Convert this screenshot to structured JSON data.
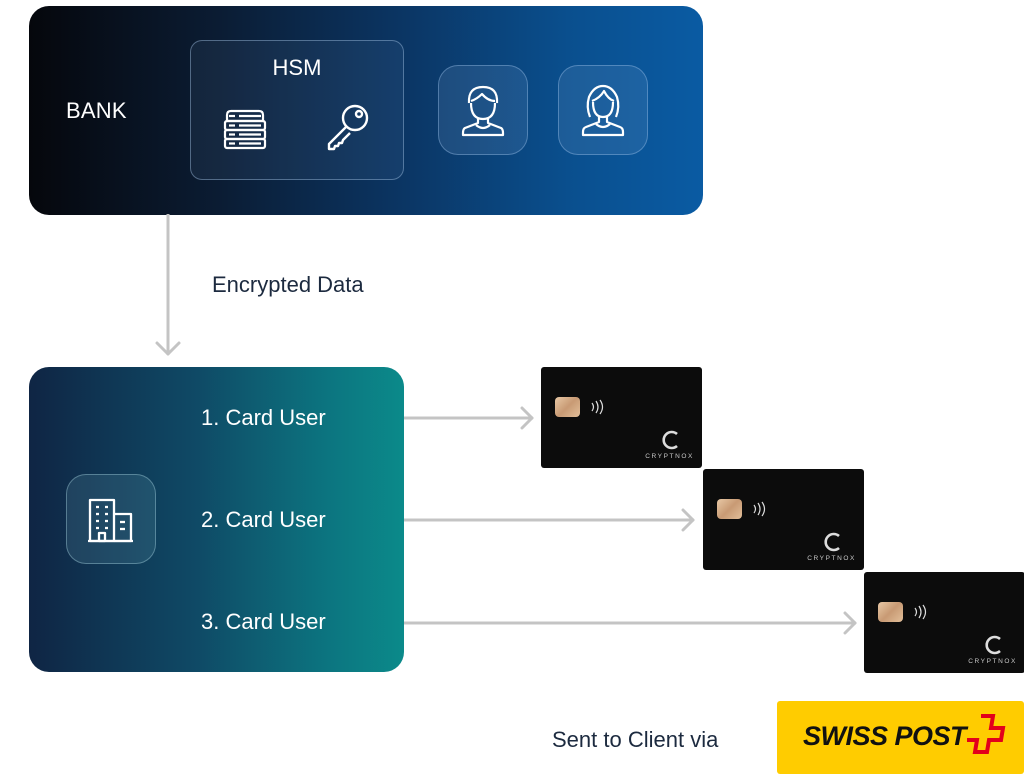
{
  "bank": {
    "label": "BANK",
    "hsm_title": "HSM",
    "icons": [
      "server-icon",
      "key-icon",
      "male-user-icon",
      "female-user-icon"
    ]
  },
  "flow": {
    "label": "Encrypted Data"
  },
  "issuer": {
    "icon": "building-icon",
    "users": [
      {
        "label": "1. Card User"
      },
      {
        "label": "2. Card User"
      },
      {
        "label": "3. Card User"
      }
    ]
  },
  "cards": [
    {
      "brand": "CRYPTNOX"
    },
    {
      "brand": "CRYPTNOX"
    },
    {
      "brand": "CRYPTNOX"
    }
  ],
  "shipping": {
    "label": "Sent to Client via",
    "carrier": "SWISS POST",
    "carrier_color": "#ffcc00",
    "cross_color": "#e3001b"
  },
  "colors": {
    "bank_gradient_start": "#05070c",
    "bank_gradient_end": "#0a5ba3",
    "users_gradient_start": "#0f2544",
    "users_gradient_end": "#0b8a8a",
    "arrow": "#c4c4c4",
    "text_dark": "#1c2a3f"
  }
}
